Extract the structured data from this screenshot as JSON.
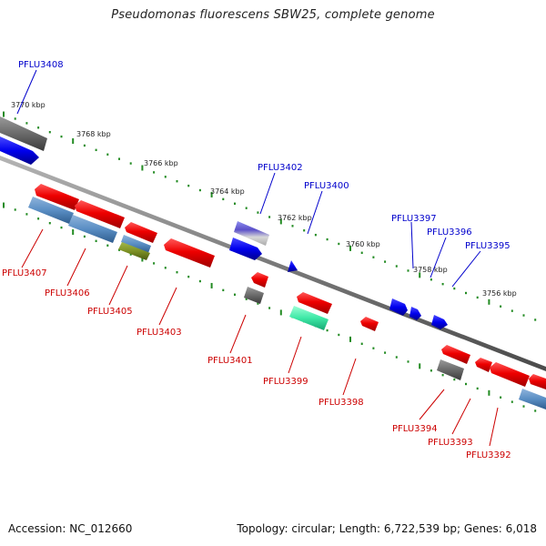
{
  "title": "Pseudomonas fluorescens SBW25, complete genome",
  "footer": {
    "accession": "Accession: NC_012660",
    "topology": "Topology: circular; Length: 6,722,539 bp; Genes: 6,018"
  },
  "scale_labels": [
    "3770 kbp",
    "3768 kbp",
    "3766 kbp",
    "3764 kbp",
    "3762 kbp",
    "3760 kbp",
    "3758 kbp",
    "3756 kbp"
  ],
  "upper_labels": [
    "PFLU3408",
    "PFLU3402",
    "PFLU3400",
    "PFLU3397",
    "PFLU3396",
    "PFLU3395"
  ],
  "lower_labels": [
    "PFLU3407",
    "PFLU3406",
    "PFLU3405",
    "PFLU3403",
    "PFLU3401",
    "PFLU3399",
    "PFLU3398",
    "PFLU3394",
    "PFLU3393",
    "PFLU3392"
  ],
  "colors": {
    "upper_label": "#0000cc",
    "lower_label": "#cc0000",
    "scale_tick": "#228b22",
    "backbone": "#808080"
  }
}
